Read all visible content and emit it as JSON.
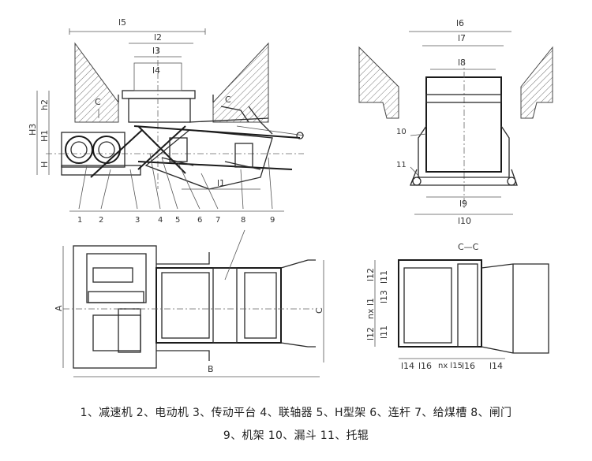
{
  "dimensions": {
    "l5": "l5",
    "l2": "l2",
    "l3": "l3",
    "l4": "l4",
    "h2": "h2",
    "h3": "H3",
    "h1": "H1",
    "h": "H",
    "l1": "l1",
    "l6": "l6",
    "l7": "l7",
    "l8": "l8",
    "l9": "l9",
    "l10": "l10",
    "a": "A",
    "b": "B",
    "c_dim": "C",
    "l12": "l12",
    "l11": "l11",
    "l13": "l13",
    "nx_l1": "nx l1",
    "l14": "l14",
    "l16": "l16",
    "nx_l15": "nx l15"
  },
  "section_marks": {
    "c_left": "C",
    "c_right": "C",
    "section_title": "C—C"
  },
  "part_numbers": [
    "1",
    "2",
    "3",
    "4",
    "5",
    "6",
    "7",
    "8",
    "9",
    "10",
    "11"
  ],
  "caption": {
    "line1": "1、减速机 2、电动机 3、传动平台 4、联轴器 5、H型架 6、连杆 7、给煤槽 8、闸门",
    "line2": "9、机架 10、漏斗 11、托辊"
  }
}
